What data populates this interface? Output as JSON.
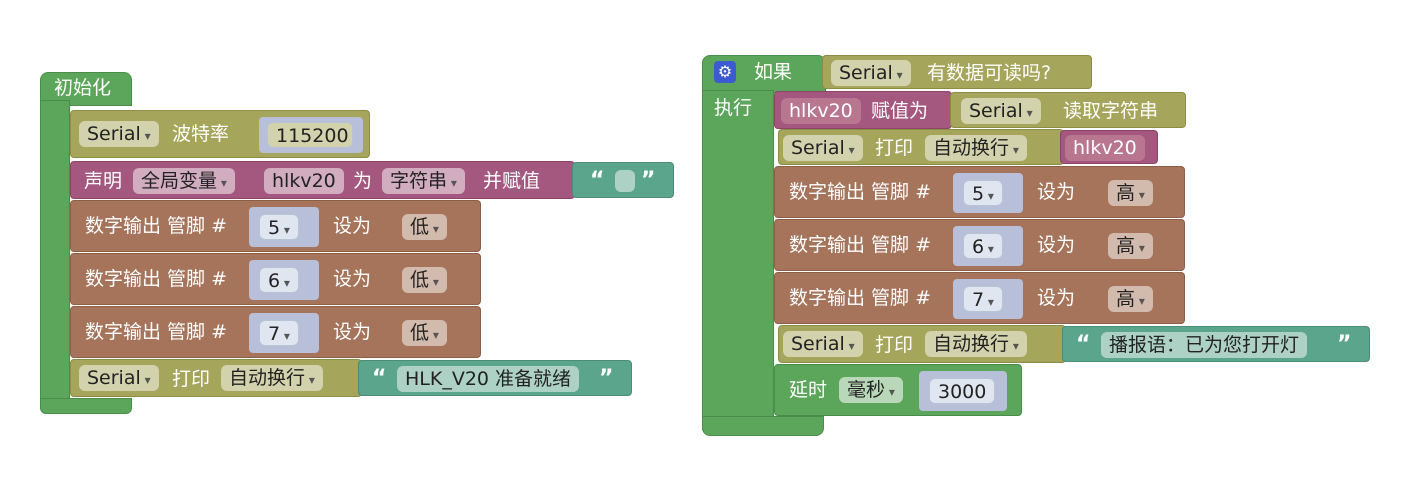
{
  "left_stack": {
    "init_label": "初始化",
    "serial_baud": {
      "serial": "Serial",
      "label": "波特率",
      "value": "115200"
    },
    "declare": {
      "label": "声明",
      "scope": "全局变量",
      "var": "hlkv20",
      "as": "为",
      "type": "字符串",
      "assign": "并赋值",
      "open_quote": "“",
      "close_quote": "”"
    },
    "digital_writes": [
      {
        "label": "数字输出 管脚 #",
        "pin": "5",
        "set": "设为",
        "level": "低"
      },
      {
        "label": "数字输出 管脚 #",
        "pin": "6",
        "set": "设为",
        "level": "低"
      },
      {
        "label": "数字输出 管脚 #",
        "pin": "7",
        "set": "设为",
        "level": "低"
      }
    ],
    "print": {
      "serial": "Serial",
      "label": "打印",
      "mode": "自动换行",
      "open_quote": "“",
      "text": "HLK_V20 准备就绪",
      "close_quote": "”"
    }
  },
  "right_stack": {
    "if_label": "如果",
    "do_label": "执行",
    "condition": {
      "serial": "Serial",
      "label": "有数据可读吗?"
    },
    "assign": {
      "var": "hlkv20",
      "label": "赋值为",
      "serial": "Serial",
      "read": "读取字符串"
    },
    "print_var": {
      "serial": "Serial",
      "label": "打印",
      "mode": "自动换行",
      "var": "hlkv20"
    },
    "digital_writes": [
      {
        "label": "数字输出 管脚 #",
        "pin": "5",
        "set": "设为",
        "level": "高"
      },
      {
        "label": "数字输出 管脚 #",
        "pin": "6",
        "set": "设为",
        "level": "高"
      },
      {
        "label": "数字输出 管脚 #",
        "pin": "7",
        "set": "设为",
        "level": "高"
      }
    ],
    "print_text": {
      "serial": "Serial",
      "label": "打印",
      "mode": "自动换行",
      "open_quote": "“",
      "text": "播报语：已为您打开灯",
      "close_quote": "”"
    },
    "delay": {
      "label": "延时",
      "unit": "毫秒",
      "value": "3000"
    }
  },
  "colors": {
    "green": "#5ba65b",
    "olive": "#a5a55b",
    "brown": "#a5745b",
    "purple": "#a5587f",
    "teal": "#5ba58c",
    "gear": "#3d5bd1"
  },
  "icons": {
    "mutator": "gear-icon"
  }
}
